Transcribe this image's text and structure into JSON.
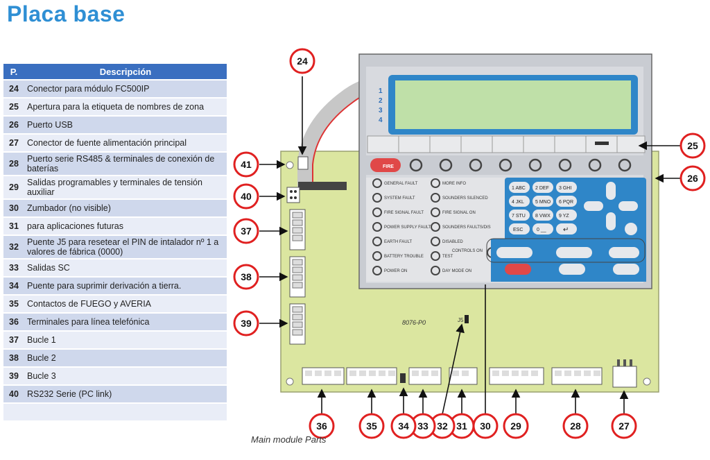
{
  "title": "Placa base",
  "table": {
    "headers": [
      "P.",
      "Descripción"
    ],
    "rows": [
      {
        "num": "24",
        "desc": "Conector para módulo FC500IP"
      },
      {
        "num": "25",
        "desc": "Apertura para la etiqueta de nombres de zona"
      },
      {
        "num": "26",
        "desc": "Puerto USB"
      },
      {
        "num": "27",
        "desc": "Conector  de fuente alimentación principal"
      },
      {
        "num": "28",
        "desc": "Puerto serie RS485  & terminales de conexión de baterías"
      },
      {
        "num": "29",
        "desc": "Salidas programables y terminales de tensión auxiliar"
      },
      {
        "num": "30",
        "desc": "Zumbador  (no visible)"
      },
      {
        "num": "31",
        "desc": " para aplicaciones futuras"
      },
      {
        "num": "32",
        "desc": "Puente  J5 para resetear el PIN de intalador nº 1 a valores de fábrica (0000)"
      },
      {
        "num": "33",
        "desc": "Salidas SC"
      },
      {
        "num": "34",
        "desc": "Puente para suprimir derivación a tierra."
      },
      {
        "num": "35",
        "desc": "Contactos de FUEGO y AVERIA"
      },
      {
        "num": "36",
        "desc": "Terminales para línea telefónica"
      },
      {
        "num": "37",
        "desc": "Bucle 1"
      },
      {
        "num": "38",
        "desc": "Bucle 2"
      },
      {
        "num": "39",
        "desc": "Bucle 3"
      },
      {
        "num": "40",
        "desc": "RS232 Serie (PC link)"
      },
      {
        "num": "",
        "desc": ""
      }
    ]
  },
  "diagram": {
    "caption": "Main module Parts",
    "board_code": "8076-P0",
    "jumper_label": "J5",
    "display_lines": [
      "1",
      "2",
      "3",
      "4"
    ],
    "fire_button": "FIRE",
    "indicators_left": [
      "GENERAL FAULT",
      "SYSTEM FAULT",
      "FIRE SIGNAL FAULT",
      "POWER SUPPLY FAULT",
      "EARTH FAULT",
      "BATTERY TROUBLE",
      "POWER ON"
    ],
    "indicators_right": [
      "MORE INFO",
      "SOUNDERS SILENCED",
      "FIRE SIGNAL ON",
      "SOUNDERS FAULTS/DIS",
      "DISABLED",
      "TEST",
      "DAY MODE ON"
    ],
    "controls_label": "CONTROLS ON",
    "keypad": [
      "1 ABC",
      "2 DEF",
      "3 GHI",
      "4 JKL",
      "5 MNO",
      "6 PQR",
      "7 STU",
      "8 VWX",
      "9 YZ",
      "ESC",
      "0 __",
      "↵"
    ],
    "callouts": [
      "24",
      "25",
      "26",
      "27",
      "28",
      "29",
      "30",
      "31",
      "32",
      "33",
      "34",
      "35",
      "36",
      "37",
      "38",
      "39",
      "40",
      "41"
    ],
    "colors": {
      "board": "#dbe6a0",
      "panel": "#c9ccd2",
      "display": "#bfe0a8",
      "keypad": "#2f86c8",
      "callout": "#e02020",
      "fire": "#e04848"
    }
  }
}
